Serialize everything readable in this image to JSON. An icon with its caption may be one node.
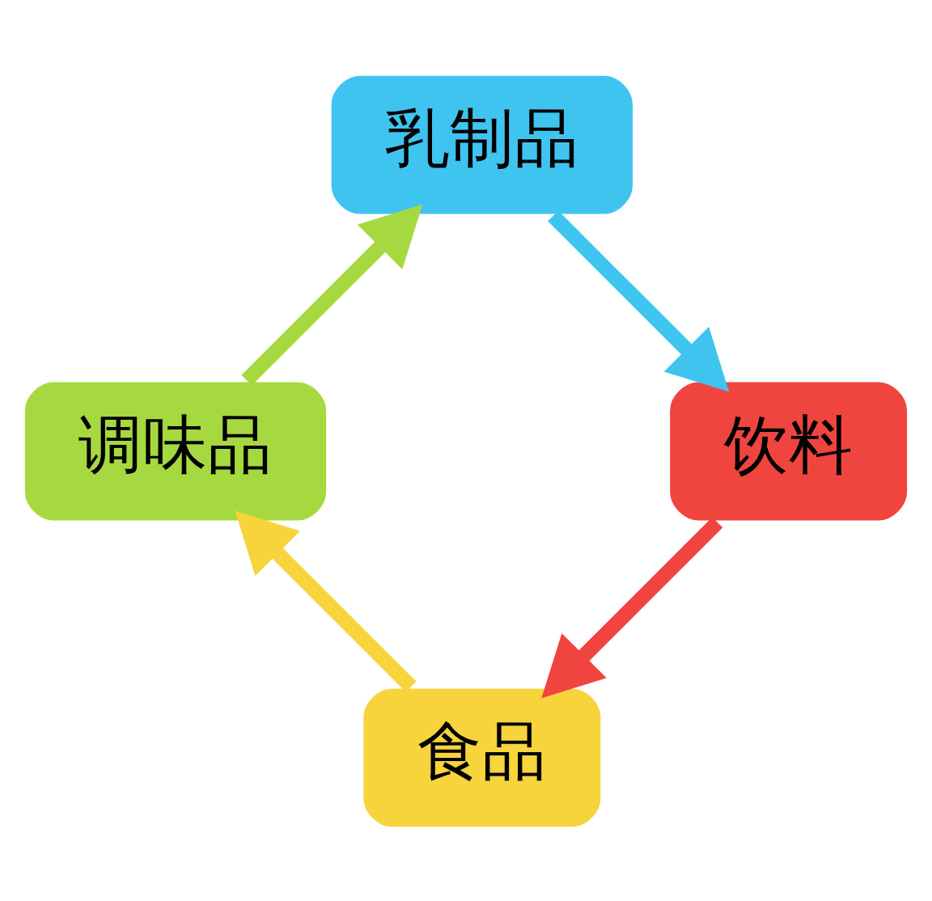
{
  "diagram": {
    "nodes": [
      {
        "text": [
          "食品"
        ]
      },
      {
        "text": [
          "调味品"
        ]
      },
      {
        "text": [
          "乳制品"
        ]
      },
      {
        "text": [
          "饮料"
        ]
      }
    ],
    "edges": [
      {
        "from": 0,
        "to": 1,
        "arrow": "to",
        "color": "#f7d33c"
      },
      {
        "from": 1,
        "to": 2,
        "arrow": "to",
        "color": "#a6d93f"
      },
      {
        "from": 2,
        "to": 3,
        "arrow": "to",
        "color": "#3fc4f0"
      },
      {
        "from": 3,
        "to": 0,
        "arrow": "to",
        "color": "#f0443f"
      }
    ]
  }
}
